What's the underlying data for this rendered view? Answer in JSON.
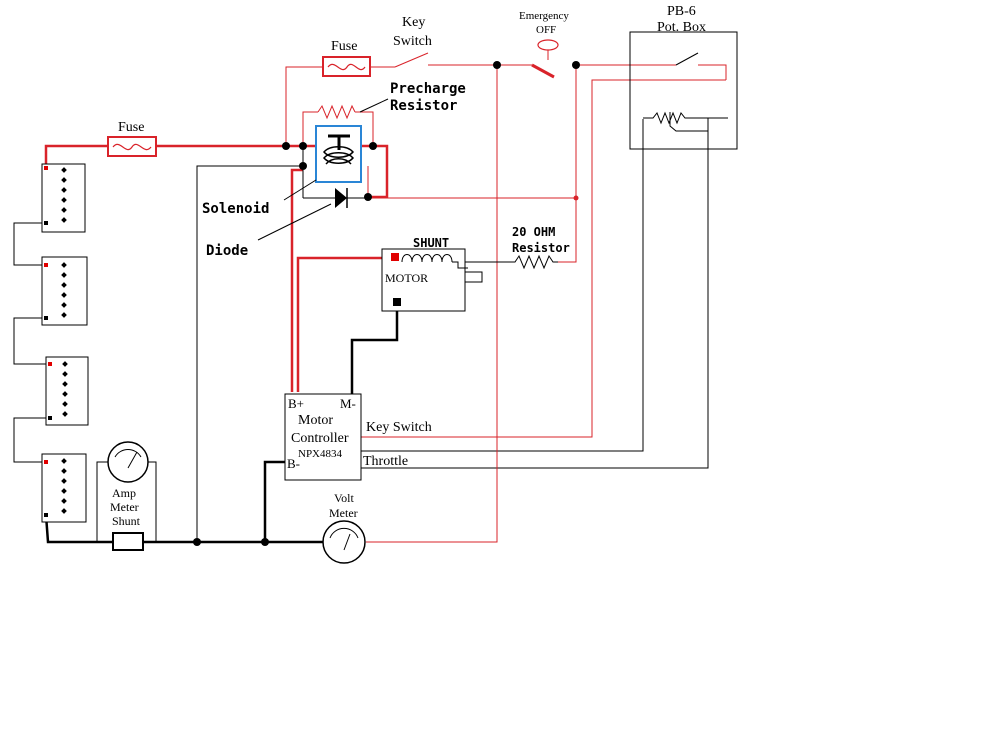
{
  "colors": {
    "red_wire": "#d9232a",
    "black_wire": "#000000",
    "solenoid_box": "#2a86d6",
    "terminal_red": "#e00000"
  },
  "labels": {
    "fuse_main": "Fuse",
    "fuse_key": "Fuse",
    "key_switch_1": "Key",
    "key_switch_2": "Switch",
    "emergency_1": "Emergency",
    "emergency_2": "OFF",
    "pb6": "PB-6",
    "pot_box": "Pot. Box",
    "precharge_1": "Precharge",
    "precharge_2": "Resistor",
    "solenoid": "Solenoid",
    "diode": "Diode",
    "shunt": "SHUNT",
    "motor": "MOTOR",
    "res20_1": "20 OHM",
    "res20_2": "Resistor",
    "ctrl_bplus": "B+",
    "ctrl_mminus": "M-",
    "ctrl_name_1": "Motor",
    "ctrl_name_2": "Controller",
    "ctrl_model": "NPX4834",
    "ctrl_bminus": "B-",
    "key_switch_wire": "Key Switch",
    "throttle_wire": "Throttle",
    "amp_1": "Amp",
    "amp_2": "Meter",
    "amp_3": "Shunt",
    "volt_1": "Volt",
    "volt_2": "Meter"
  }
}
